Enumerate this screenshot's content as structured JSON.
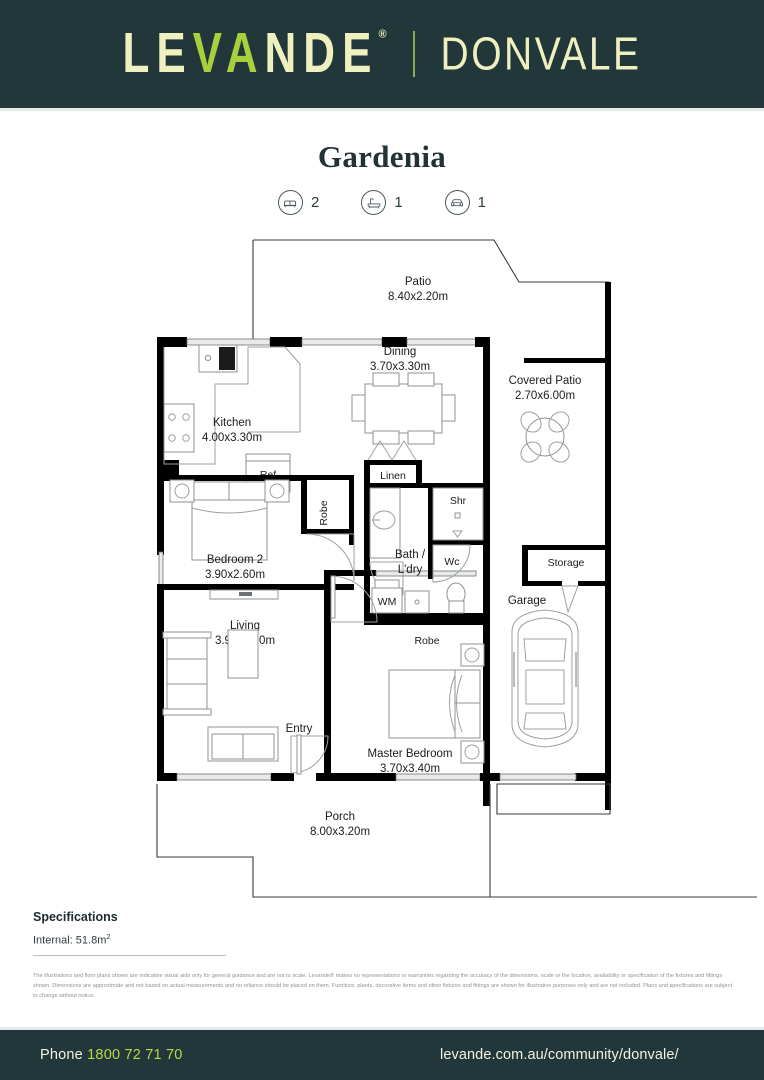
{
  "header": {
    "logo_primary": "LEVANDE",
    "logo_registered": "®",
    "logo_secondary": "DONVALE"
  },
  "title": {
    "plan_name": "Gardenia"
  },
  "specs_row": [
    {
      "icon": "bed-icon",
      "count": "2"
    },
    {
      "icon": "bath-icon",
      "count": "1"
    },
    {
      "icon": "car-icon",
      "count": "1"
    }
  ],
  "floorplan": {
    "rooms": [
      {
        "name": "Patio",
        "label": "Patio",
        "dims": "8.40x2.20m"
      },
      {
        "name": "Dining",
        "label": "Dining",
        "dims": "3.70x3.30m"
      },
      {
        "name": "Covered Patio",
        "label": "Covered Patio",
        "dims": "2.70x6.00m"
      },
      {
        "name": "Kitchen",
        "label": "Kitchen",
        "dims": "4.00x3.30m"
      },
      {
        "name": "Bedroom 2",
        "label": "Bedroom 2",
        "dims": "3.90x2.60m"
      },
      {
        "name": "Living",
        "label": "Living",
        "dims": "3.90x4.10m"
      },
      {
        "name": "Master Bedroom",
        "label": "Master Bedroom",
        "dims": "3.70x3.40m"
      },
      {
        "name": "Porch",
        "label": "Porch",
        "dims": "8.00x3.20m"
      }
    ],
    "labels": {
      "patio": "Patio",
      "patio_dims": "8.40x2.20m",
      "dining": "Dining",
      "dining_dims": "3.70x3.30m",
      "covered_patio": "Covered Patio",
      "covered_patio_dims": "2.70x6.00m",
      "kitchen": "Kitchen",
      "kitchen_dims": "4.00x3.30m",
      "ref": "Ref",
      "linen": "Linen",
      "shr": "Shr",
      "bath_line1": "Bath /",
      "bath_line2": "L'dry",
      "wc": "Wc",
      "wm": "WM",
      "robe_bed2": "Robe",
      "robe_master": "Robe",
      "bedroom2": "Bedroom 2",
      "bedroom2_dims": "3.90x2.60m",
      "living": "Living",
      "living_dims": "3.90x4.10m",
      "entry": "Entry",
      "master_bedroom": "Master Bedroom",
      "master_bedroom_dims": "3.70x3.40m",
      "storage": "Storage",
      "garage": "Garage",
      "porch": "Porch",
      "porch_dims": "8.00x3.20m"
    }
  },
  "specifications": {
    "heading": "Specifications",
    "internal_label": "Internal: 51.8m",
    "internal_sup": "2"
  },
  "disclaimer": {
    "text": "The illustrations and floor plans shown are indicative visual aids only for general guidance and are not to scale. Levande® makes no representations or warranties regarding the accuracy of the dimensions, scale or the location, availability or specification of the fixtures and fittings shown. Dimensions are approximate and not based on actual measurements and no reliance should be placed on them. Furniture, plants, decorative items and other fixtures and fittings are shown for illustrative purposes only and are not included. Plans and specifications are subject to change without notice."
  },
  "footer": {
    "phone_label": "Phone ",
    "phone_number": "1800 72 71 70",
    "website": "levande.com.au/community/donvale/"
  },
  "colors": {
    "brand_dark": "#22373a",
    "brand_cream": "#eef0c0",
    "brand_green": "#a8cf3c",
    "phone_green": "#b6d94a"
  }
}
